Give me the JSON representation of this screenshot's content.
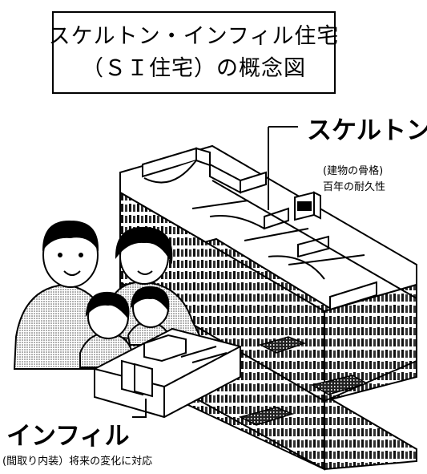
{
  "title": {
    "line1": "スケルトン・インフィル住宅",
    "line2": "（ＳＩ住宅）の概念図"
  },
  "skeleton": {
    "label": "スケルトン",
    "note1": "(建物の骨格)",
    "note2": "百年の耐久性"
  },
  "infill": {
    "label": "インフィル",
    "note": "(間取り内装）将来の変化に対応"
  }
}
